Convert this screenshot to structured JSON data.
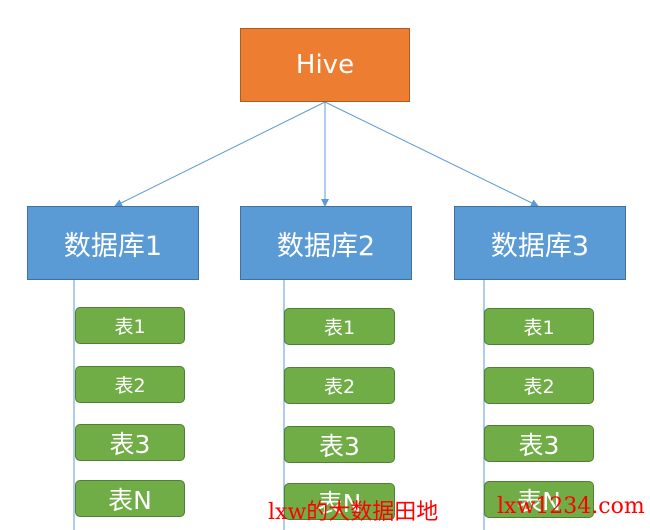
{
  "root": {
    "label": "Hive"
  },
  "databases": [
    {
      "label": "数据库1",
      "tables": [
        "表1",
        "表2",
        "表3",
        "表N"
      ]
    },
    {
      "label": "数据库2",
      "tables": [
        "表1",
        "表2",
        "表3",
        "表N"
      ]
    },
    {
      "label": "数据库3",
      "tables": [
        "表1",
        "表2",
        "表3",
        "表N"
      ]
    }
  ],
  "watermark": {
    "left": "lxw的大数据田地",
    "right": "lxw1234.com"
  },
  "colors": {
    "root_fill": "#ed7d31",
    "database_fill": "#5b9bd5",
    "table_fill": "#70ad47",
    "connector": "#5b9bd5",
    "watermark": "#ff0000"
  }
}
